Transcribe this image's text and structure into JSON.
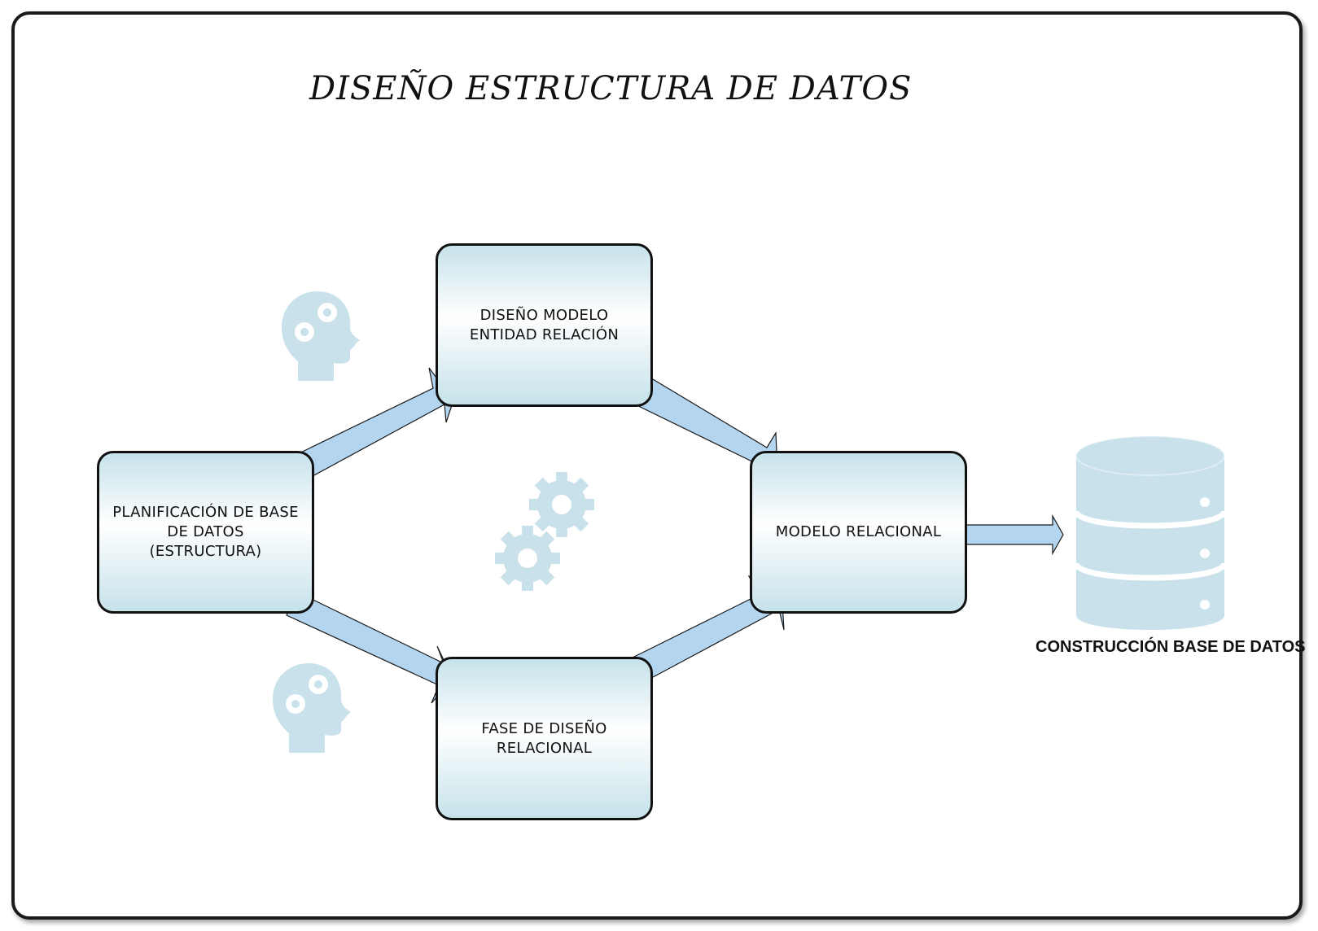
{
  "title": "DISEÑO ESTRUCTURA DE DATOS",
  "nodes": {
    "planificacion": "PLANIFICACIÓN DE BASE DE DATOS (ESTRUCTURA)",
    "modelo_entidad": "DISEÑO MODELO ENTIDAD RELACIÓN",
    "modelo_relacional": "MODELO RELACIONAL",
    "fase_diseno": "FASE DE DISEÑO RELACIONAL"
  },
  "database_label": "CONSTRUCCIÓN BASE DE DATOS",
  "icons": [
    "head-gears-icon",
    "head-gears-icon",
    "gears-icon",
    "database-icon"
  ],
  "colors": {
    "box_fill": "#c6e2ea",
    "arrow_fill": "#b3d5ef",
    "icon_fill": "#c9e1ea"
  }
}
